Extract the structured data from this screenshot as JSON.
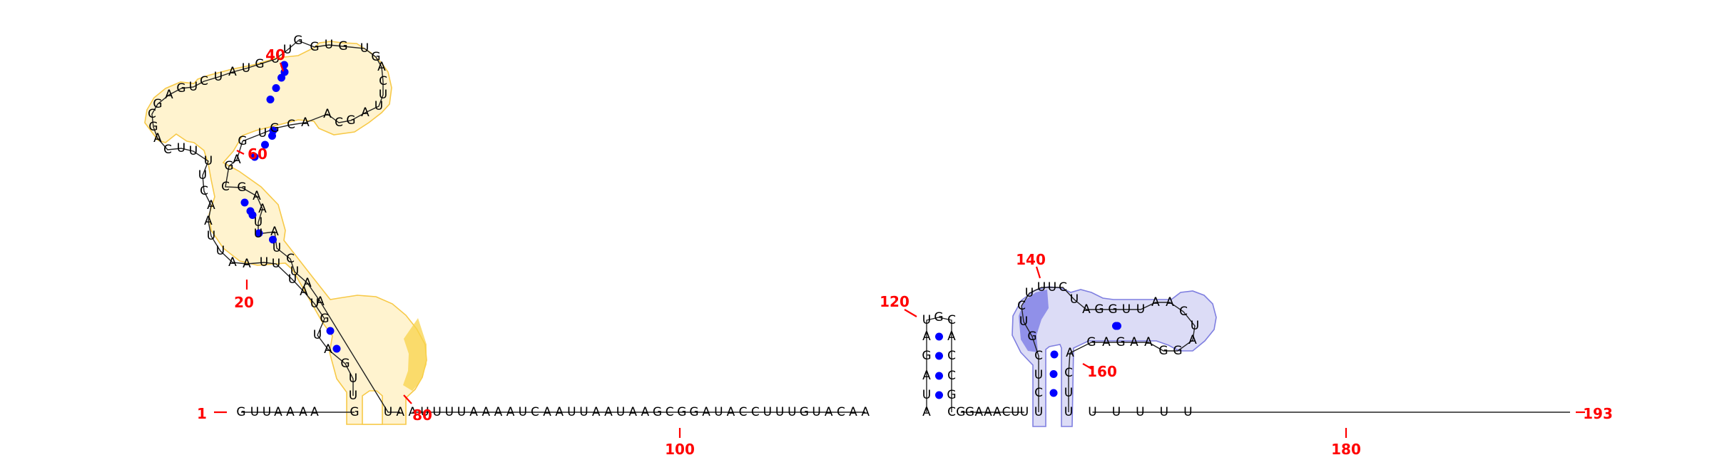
{
  "sequence": "GUUAAAAGUUGAUGUAUUUAAUUAACUUUUCAGCGAGUCUAUGUUGGUGUGACUUAGCAACGUGAGCGAAUUAUCUAAUAAUUUUAAAAUCAAUUAAUAAGCGGAUACCUUUGUACAAAUAGAUGCACCGCGGAAACUUUCUCGUCUUUCUAGGUUAACUAGGAAGAGACUUUUUUU",
  "start_number": "1",
  "end_number": "193",
  "position_labels": [
    "20",
    "40",
    "60",
    "80",
    "100",
    "120",
    "140",
    "160",
    "180"
  ],
  "colors": {
    "pair_dot": "#0000ff",
    "position_number": "#ff0000",
    "yellow_fill": "#fff3cf",
    "yellow_stroke": "#f7c948",
    "yellow_strong": "#f8d34a",
    "blue_fill": "#dcdcf6",
    "blue_stroke": "#7f7fe0",
    "blue_strong": "#8282e6"
  }
}
